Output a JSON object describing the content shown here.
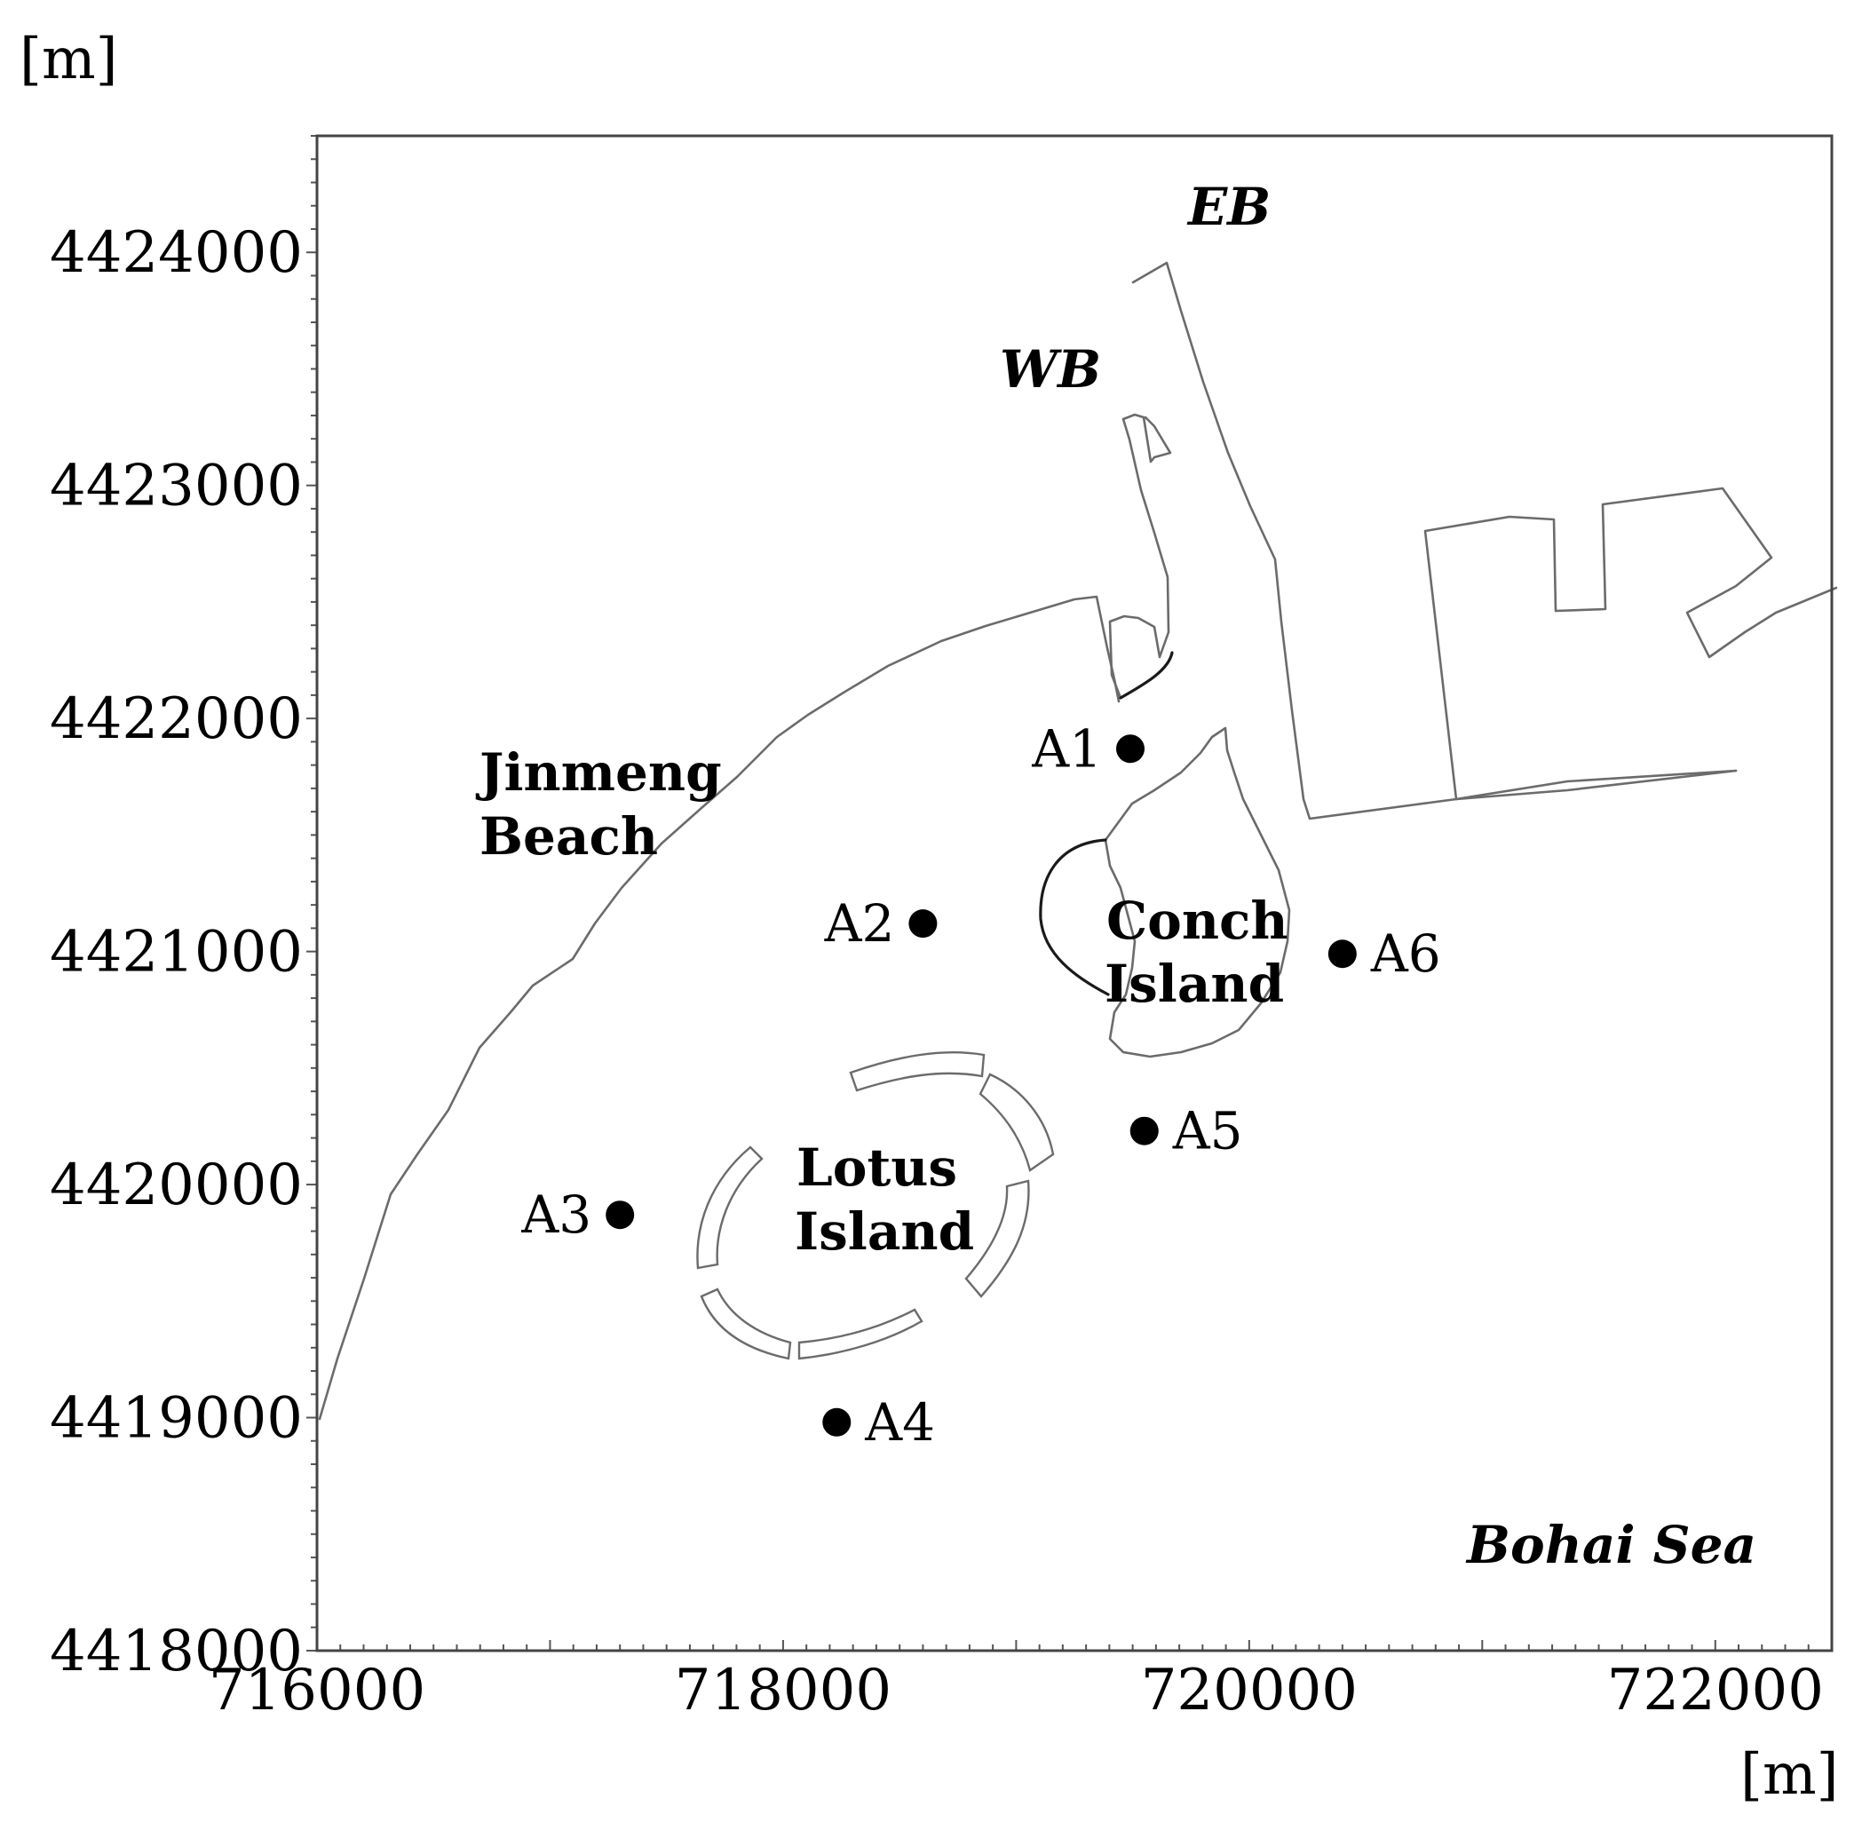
{
  "axes": {
    "x_unit": "[m]",
    "y_unit": "[m]",
    "x_ticks": [
      716000,
      718000,
      720000,
      722000
    ],
    "y_ticks": [
      4418000,
      4419000,
      4420000,
      4421000,
      4422000,
      4423000,
      4424000
    ],
    "x_range": [
      716000,
      722500
    ],
    "y_range": [
      4418000,
      4424500
    ]
  },
  "labels": {
    "eb": "EB",
    "wb": "WB",
    "jinmeng_line1": "Jinmeng",
    "jinmeng_line2": "Beach",
    "conch_line1": "Conch",
    "conch_line2": "Island",
    "lotus_line1": "Lotus",
    "lotus_line2": "Island",
    "bohai_sea": "Bohai Sea"
  },
  "stations": [
    {
      "name": "A1",
      "x": 719490,
      "y": 4421870
    },
    {
      "name": "A2",
      "x": 718600,
      "y": 4421120
    },
    {
      "name": "A3",
      "x": 717300,
      "y": 4419870
    },
    {
      "name": "A4",
      "x": 718230,
      "y": 4418980
    },
    {
      "name": "A5",
      "x": 719550,
      "y": 4420230
    },
    {
      "name": "A6",
      "x": 720400,
      "y": 4420990
    }
  ],
  "colors": {
    "coastline": "#6b6b6b",
    "station_marker": "#000000"
  }
}
